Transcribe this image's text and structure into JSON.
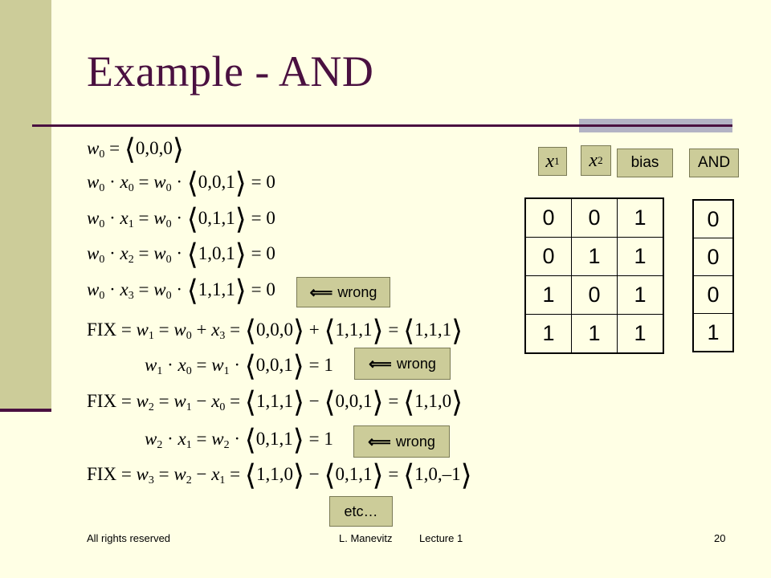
{
  "slide": {
    "title": "Example - AND"
  },
  "equations": {
    "e1": {
      "rhs": "0,0,0"
    },
    "e2": {
      "vec": "0,0,1",
      "result": "0"
    },
    "e3": {
      "vec": "0,1,1",
      "result": "0"
    },
    "e4": {
      "vec": "1,0,1",
      "result": "0"
    },
    "e5": {
      "vec": "1,1,1",
      "result": "0"
    },
    "fix1": {
      "fix": "FIX",
      "a": "0,0,0",
      "b": "1,1,1",
      "c": "1,1,1"
    },
    "e6": {
      "vec": "0,0,1",
      "result": "1"
    },
    "fix2": {
      "fix": "FIX",
      "a": "1,1,1",
      "b": "0,0,1",
      "c": "1,1,0"
    },
    "e7": {
      "vec": "0,1,1",
      "result": "1"
    },
    "fix3": {
      "fix": "FIX",
      "a": "1,1,0",
      "b": "0,1,1",
      "c": "1,0,–1"
    }
  },
  "callouts": {
    "wrong_label": "wrong",
    "etc_label": "etc…"
  },
  "table": {
    "headers": {
      "bias": "bias",
      "and": "AND"
    },
    "inputs": [
      [
        "0",
        "0",
        "1"
      ],
      [
        "0",
        "1",
        "1"
      ],
      [
        "1",
        "0",
        "1"
      ],
      [
        "1",
        "1",
        "1"
      ]
    ],
    "outputs": [
      "0",
      "0",
      "0",
      "1"
    ]
  },
  "footer": {
    "rights": "All rights reserved",
    "author": "L. Manevitz",
    "lecture": "Lecture 1",
    "page": "20"
  },
  "colors": {
    "background": "#ffffe5",
    "sidebar": "#cccc99",
    "title": "#4a1040",
    "callout": "#cccc99"
  },
  "icons": {
    "arrow": "left-arrow-icon"
  }
}
